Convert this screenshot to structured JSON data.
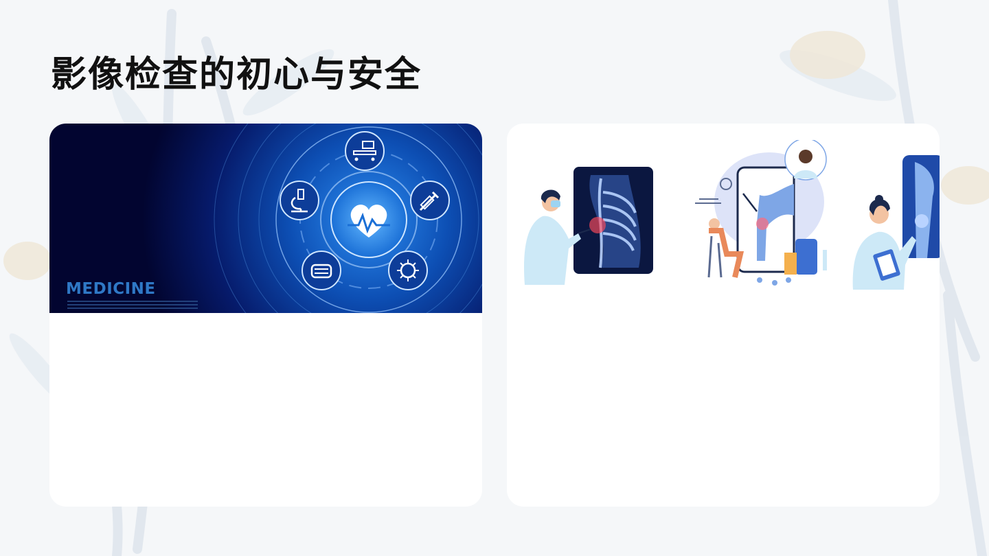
{
  "slide": {
    "title": "影像检查的初心与安全"
  },
  "left_card": {
    "banner_text": "MEDICINE",
    "icons": [
      "heart-pulse-icon",
      "hospital-bed-icon",
      "syringe-icon",
      "virus-icon",
      "face-mask-icon",
      "microscope-icon"
    ],
    "colors": {
      "banner_dark": "#020530",
      "banner_glow": "#1a6fd6",
      "accent": "#2f78c6"
    }
  },
  "right_card": {
    "illustrations": [
      "doctor-xray-spine-illustration",
      "doctor-phone-knee-illustration",
      "doctor-clipboard-illustration"
    ]
  }
}
